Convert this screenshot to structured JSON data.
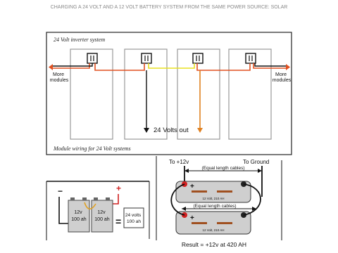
{
  "title": "CHARGING A 24 VOLT AND A 12 VOLT BATTERY SYSTEM FROM THE SAME POWER SOURCE: SOLAR",
  "solar_panel": {
    "heading": "24 Volt inverter system",
    "footer": "Module wiring for 24 Volt systems",
    "more_modules_left": [
      "More",
      "modules"
    ],
    "more_modules_right": [
      "More",
      "modules"
    ],
    "output_label": "24 Volts out"
  },
  "series_battery": {
    "minus_sign": "−",
    "plus_sign": "+",
    "battery_left": {
      "voltage": "12v",
      "capacity": "100 ah"
    },
    "battery_right": {
      "voltage": "12v",
      "capacity": "100 ah"
    },
    "equals_sign": "=",
    "result": [
      "24 volts",
      "100 ah"
    ]
  },
  "parallel_battery": {
    "to_positive_label": "To +12v",
    "to_ground_label": "To Ground",
    "cable_label_top": "(Equal length cables)",
    "cable_label_bottom": "(Equal length cables)",
    "battery_top_label": "12 Volt, 210 AH",
    "battery_bottom_label": "12 Volt, 210 AH",
    "terminal_plus": "+",
    "result": "Result = +12v at 420 AH"
  },
  "colors": {
    "wire_red": "#e05020",
    "wire_black": "#111111",
    "wire_yellow": "#e8e020",
    "wire_orange": "#e08020",
    "panel_fill": "#ffffff",
    "battery_fill": "#cfcfcf",
    "title_gray": "#888888",
    "cell_brown": "#a05020"
  }
}
